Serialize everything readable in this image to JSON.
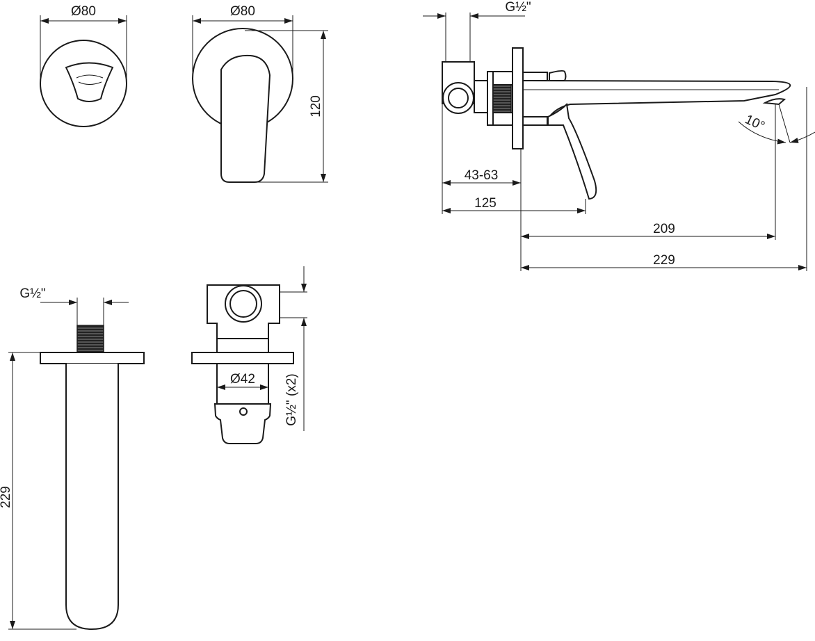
{
  "drawing": {
    "top_view_diameter": "Ø80",
    "front_view_diameter": "Ø80",
    "front_view_height": "120",
    "side_view_thread": "G½\"",
    "side_view_wall_depth": "43-63",
    "side_view_lever_reach": "125",
    "side_view_spout_reach": "209",
    "side_view_total_reach": "229",
    "side_view_angle": "10°",
    "spout_thread": "G½\"",
    "spout_length": "229",
    "body_diameter": "Ø42",
    "body_connections": "G½\" (x2)"
  },
  "colors": {
    "line": "#1a1a1a",
    "background": "#ffffff"
  }
}
